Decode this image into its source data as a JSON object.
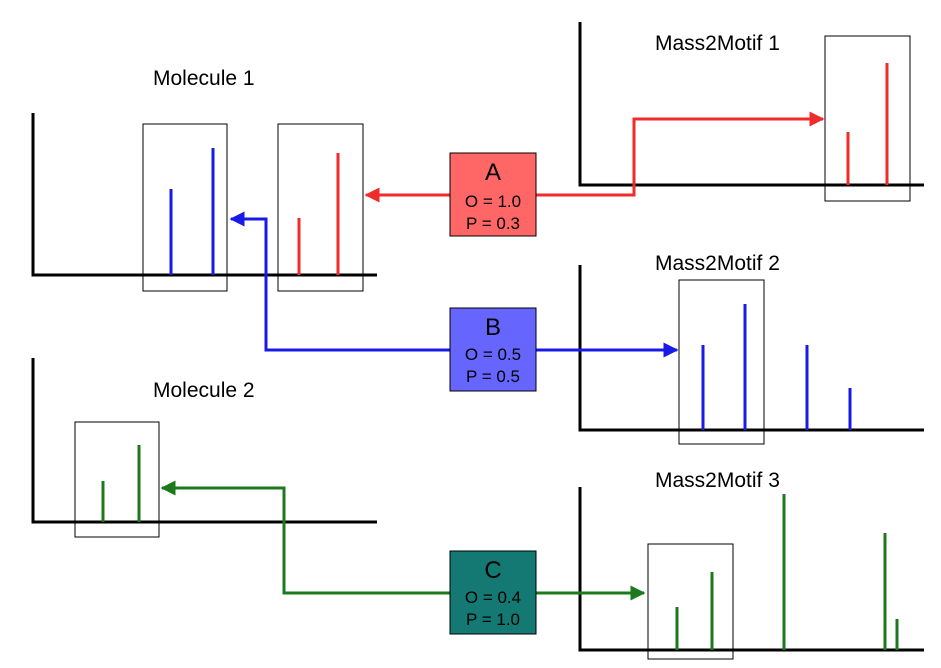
{
  "colors": {
    "red": "#ef2b2b",
    "blue": "#1a1ae6",
    "green": "#1c7a1c",
    "box_a": "#ff6666",
    "box_b": "#6666ff",
    "box_c": "#147873"
  },
  "titles": {
    "molecule1": "Molecule 1",
    "molecule2": "Molecule 2",
    "motif1": "Mass2Motif 1",
    "motif2": "Mass2Motif 2",
    "motif3": "Mass2Motif 3"
  },
  "boxes": {
    "a": {
      "letter": "A",
      "o": "O = 1.0",
      "p": "P = 0.3"
    },
    "b": {
      "letter": "B",
      "o": "O = 0.5",
      "p": "P = 0.5"
    },
    "c": {
      "letter": "C",
      "o": "O = 0.4",
      "p": "P = 1.0"
    }
  }
}
